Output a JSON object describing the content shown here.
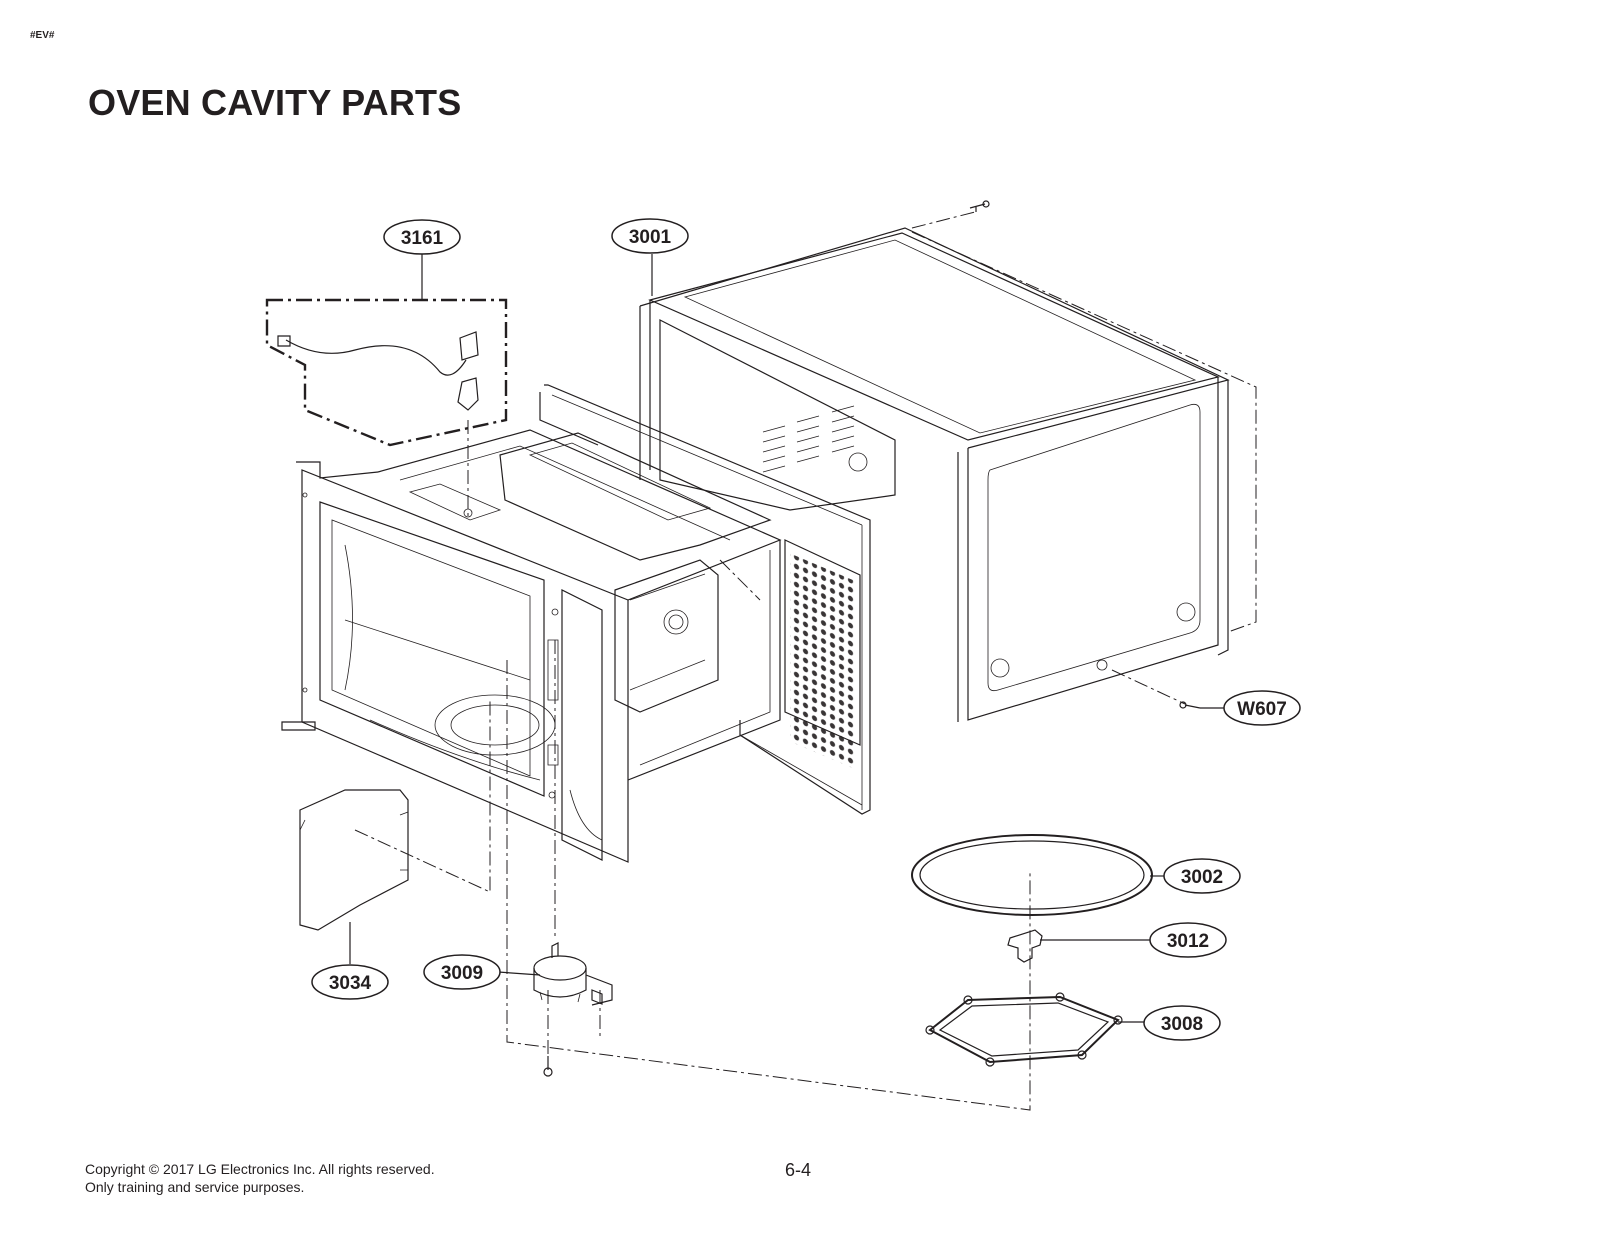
{
  "header": {
    "tag": "#EV#",
    "title": "OVEN CAVITY PARTS"
  },
  "callouts": {
    "p3161": "3161",
    "p3001": "3001",
    "w607": "W607",
    "p3002": "3002",
    "p3012": "3012",
    "p3008": "3008",
    "p3034": "3034",
    "p3009": "3009"
  },
  "footer": {
    "copyright": "Copyright © 2017 LG Electronics Inc. All rights reserved.",
    "purpose": "Only training and service purposes.",
    "page_number": "6-4"
  }
}
